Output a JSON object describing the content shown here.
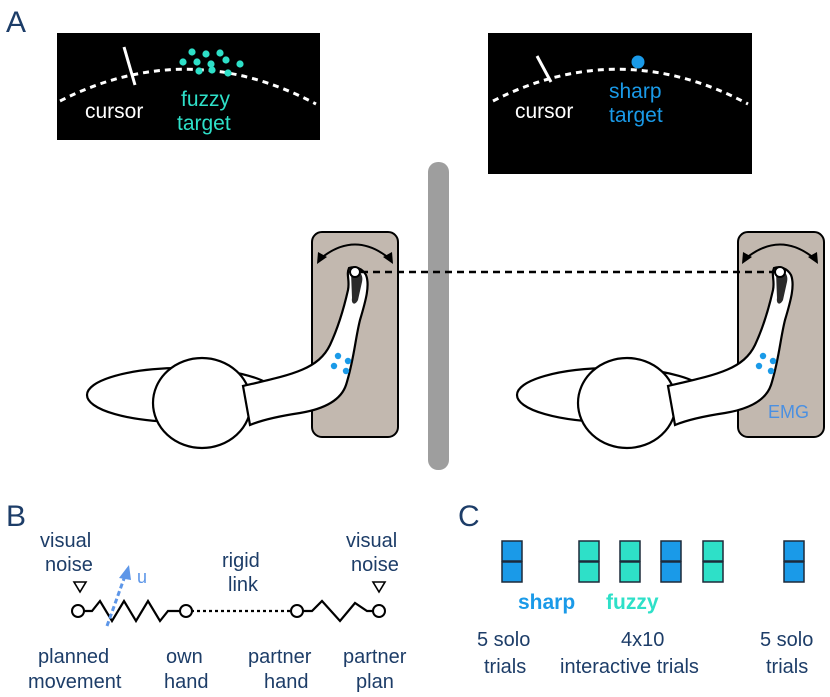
{
  "colors": {
    "navy": "#1d3d68",
    "cyan": "#2ee0c8",
    "blue": "#1a9ae8",
    "emg_blue": "#4a90e2",
    "u_blue": "#5d96e8",
    "table": "#c2b8af",
    "divider": "#9e9e9e",
    "screen": "#000000"
  },
  "panel_a": {
    "label": "A",
    "left_screen": {
      "cursor": "cursor",
      "target_line1": "fuzzy",
      "target_line2": "target",
      "target_kind": "fuzzy"
    },
    "right_screen": {
      "cursor": "cursor",
      "target_line1": "sharp",
      "target_line2": "target",
      "target_kind": "sharp"
    },
    "emg_label": "EMG",
    "link": "dashed-rigid-link"
  },
  "panel_b": {
    "label": "B",
    "visual_noise_left": [
      "visual",
      "noise"
    ],
    "visual_noise_right": [
      "visual",
      "noise"
    ],
    "rigid_link": [
      "rigid",
      "link"
    ],
    "u": "u",
    "nodes": [
      [
        "planned",
        "movement"
      ],
      [
        "own",
        "hand"
      ],
      [
        "partner",
        "hand"
      ],
      [
        "partner",
        "plan"
      ]
    ]
  },
  "panel_c": {
    "label": "C",
    "sharp": "sharp",
    "fuzzy": "fuzzy",
    "blocks": [
      "sharp",
      "fuzzy",
      "fuzzy",
      "sharp",
      "fuzzy",
      "sharp"
    ],
    "captions": [
      [
        "5 solo",
        "trials"
      ],
      [
        "4x10",
        "interactive trials"
      ],
      [
        "5 solo",
        "trials"
      ]
    ]
  }
}
